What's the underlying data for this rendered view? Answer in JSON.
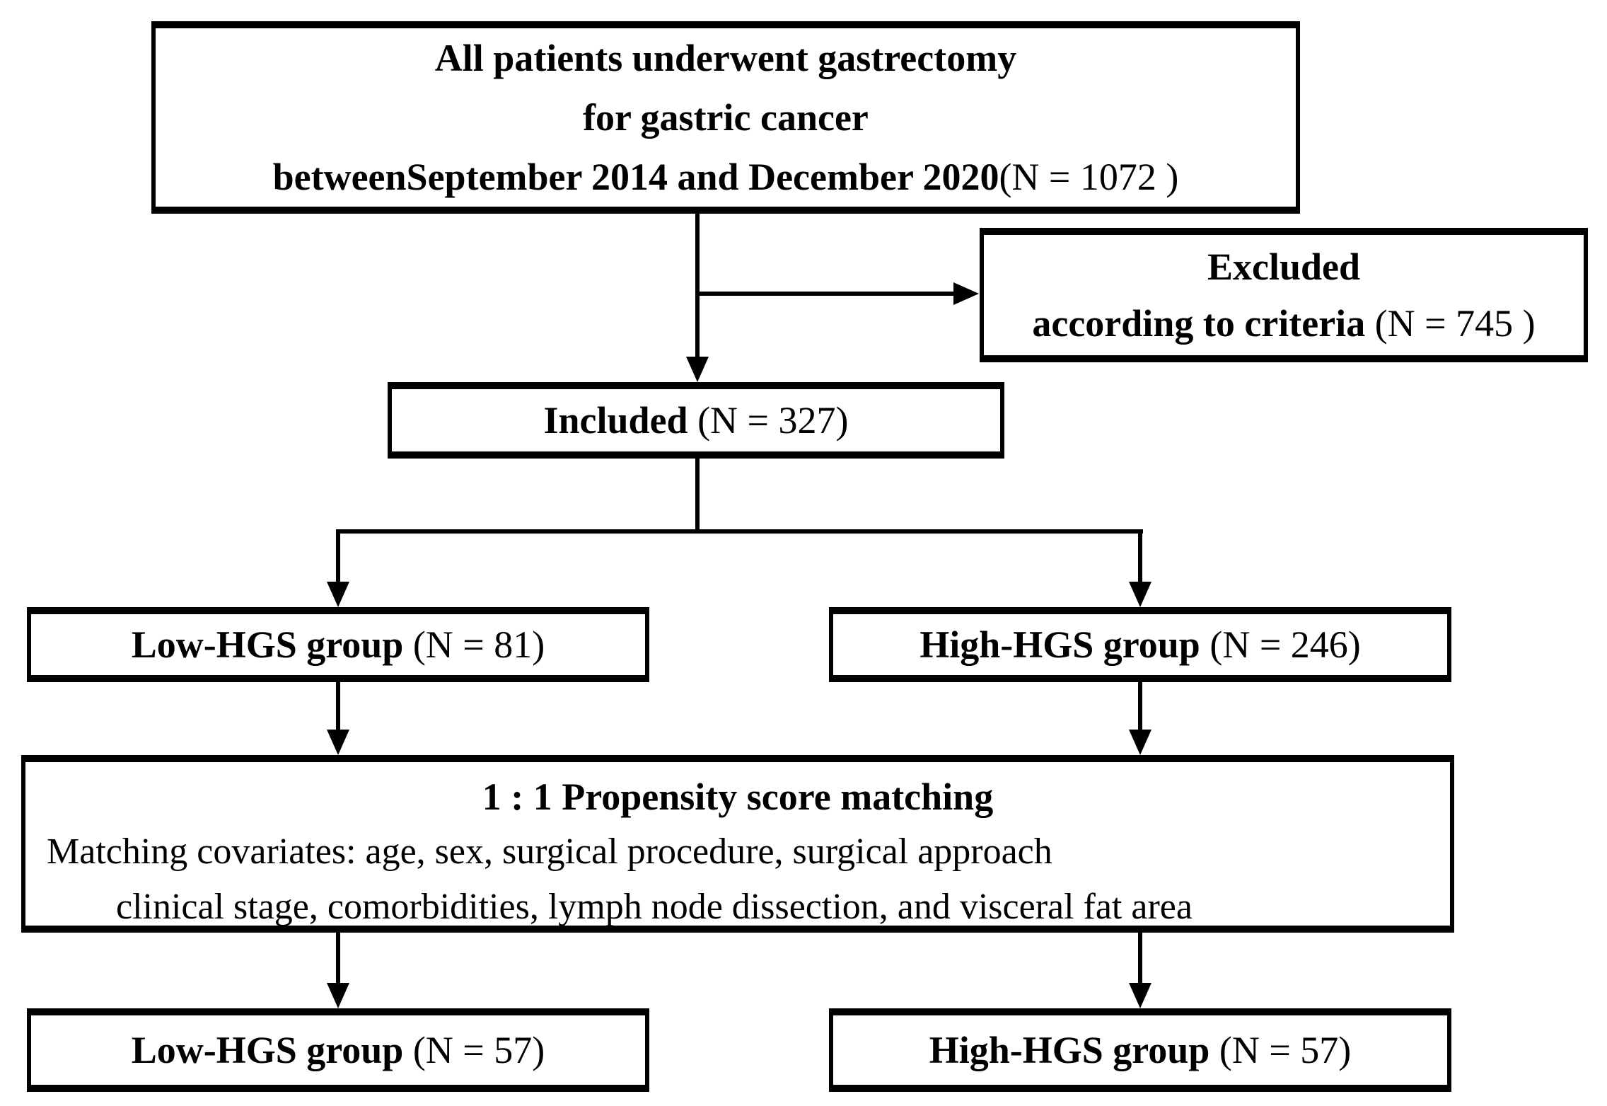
{
  "boxes": {
    "top": {
      "line1": "All patients underwent gastrectomy",
      "line2": "for gastric cancer",
      "line3_bold": "betweenSeptember 2014 and December 2020",
      "line3_n": "(N = 1072 )"
    },
    "excluded": {
      "line1": "Excluded",
      "line2_bold": "according to criteria ",
      "line2_n": "(N = 745 )"
    },
    "included": {
      "bold": "Included ",
      "n": "(N = 327)"
    },
    "low_pre": {
      "bold": "Low-HGS group ",
      "n": "(N = 81)"
    },
    "high_pre": {
      "bold": "High-HGS group ",
      "n": "(N = 246)"
    },
    "matching": {
      "line1": "1 : 1 Propensity score matching",
      "line2": "Matching covariates: age, sex, surgical procedure, surgical approach",
      "line3": "clinical stage, comorbidities, lymph node dissection, and visceral fat area"
    },
    "low_post": {
      "bold": "Low-HGS group ",
      "n": "(N = 57)"
    },
    "high_post": {
      "bold": "High-HGS group ",
      "n": "(N = 57)"
    }
  },
  "colors": {
    "background": "#ffffff",
    "line": "#000000",
    "text": "#000000"
  }
}
